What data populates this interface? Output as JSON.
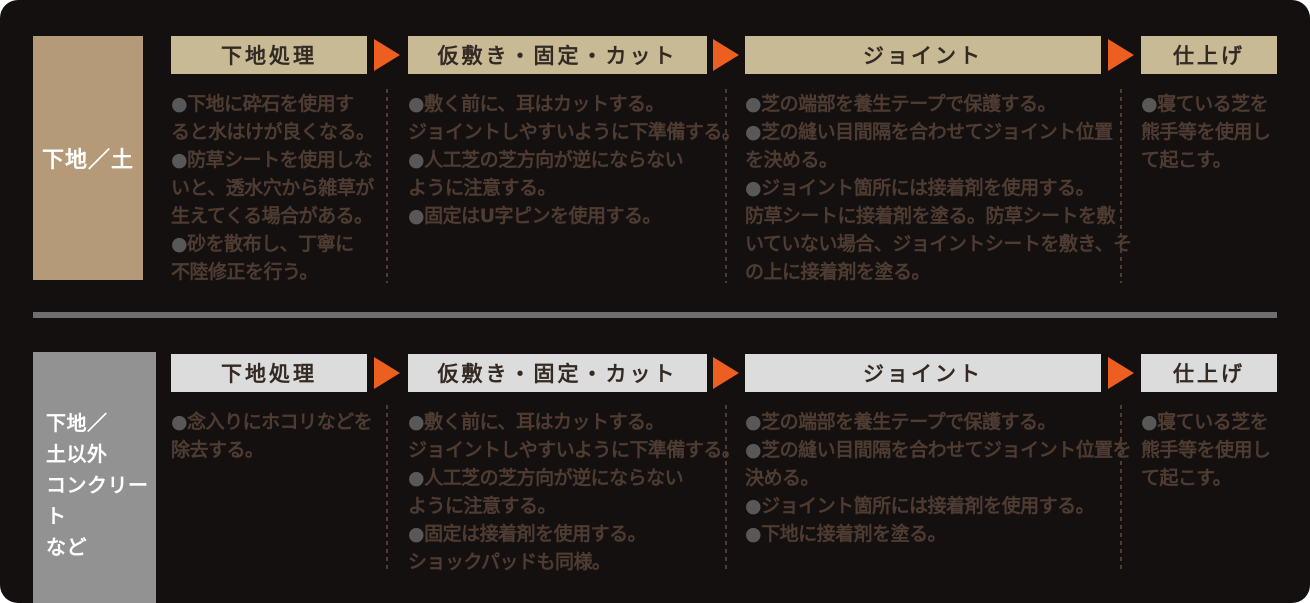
{
  "bullet_char": "●",
  "palette": {
    "background": "#151010",
    "row1_label_bg": "#b49a78",
    "row1_header_bg": "#c9ba96",
    "row2_label_bg": "#929292",
    "row2_header_bg": "#dcdcdc",
    "arrow_orange": "#ed5f20",
    "divider_gray": "#6f6f6f",
    "note_text_brown": "#4e3c32",
    "bullet_gray": "#595757",
    "header_text": "#332a24",
    "label_text": "#ffffff"
  },
  "rows": [
    {
      "id": "soil",
      "style": "tan",
      "label_lines": [
        "下地／土"
      ],
      "steps": [
        {
          "title": "下地処理",
          "lines": [
            {
              "b": 1,
              "t": "下地に砕石を使用す"
            },
            {
              "b": 0,
              "t": "ると水はけが良くなる。"
            },
            {
              "b": 1,
              "t": "防草シートを使用しな"
            },
            {
              "b": 0,
              "t": "いと、透水穴から雑草が"
            },
            {
              "b": 0,
              "t": "生えてくる場合がある。"
            },
            {
              "b": 1,
              "t": "砂を散布し、丁寧に"
            },
            {
              "b": 0,
              "t": "不陸修正を行う。"
            }
          ]
        },
        {
          "title": "仮敷き・固定・カット",
          "lines": [
            {
              "b": 1,
              "t": "敷く前に、耳はカットする。"
            },
            {
              "b": 0,
              "t": "ジョイントしやすいように下準備する。"
            },
            {
              "b": 1,
              "t": "人工芝の芝方向が逆にならない"
            },
            {
              "b": 0,
              "t": "ように注意する。"
            },
            {
              "b": 1,
              "t": "固定はU字ピンを使用する。"
            }
          ]
        },
        {
          "title": "ジョイント",
          "lines": [
            {
              "b": 1,
              "t": "芝の端部を養生テープで保護する。"
            },
            {
              "b": 1,
              "t": "芝の縫い目間隔を合わせてジョイント位置"
            },
            {
              "b": 0,
              "t": "を決める。"
            },
            {
              "b": 1,
              "t": "ジョイント箇所には接着剤を使用する。"
            },
            {
              "b": 0,
              "t": "防草シートに接着剤を塗る。防草シートを敷"
            },
            {
              "b": 0,
              "t": "いていない場合、ジョイントシートを敷き、そ"
            },
            {
              "b": 0,
              "t": "の上に接着剤を塗る。"
            }
          ]
        },
        {
          "title": "仕上げ",
          "lines": [
            {
              "b": 1,
              "t": "寝ている芝を"
            },
            {
              "b": 0,
              "t": "熊手等を使用し"
            },
            {
              "b": 0,
              "t": "て起こす。"
            }
          ]
        }
      ]
    },
    {
      "id": "non-soil",
      "style": "gray",
      "label_lines": [
        "下地／",
        "土以外",
        "コンクリート",
        "など"
      ],
      "steps": [
        {
          "title": "下地処理",
          "lines": [
            {
              "b": 1,
              "t": "念入りにホコリなどを"
            },
            {
              "b": 0,
              "t": "除去する。"
            }
          ]
        },
        {
          "title": "仮敷き・固定・カット",
          "lines": [
            {
              "b": 1,
              "t": "敷く前に、耳はカットする。"
            },
            {
              "b": 0,
              "t": "ジョイントしやすいように下準備する。"
            },
            {
              "b": 1,
              "t": "人工芝の芝方向が逆にならない"
            },
            {
              "b": 0,
              "t": "ように注意する。"
            },
            {
              "b": 1,
              "t": "固定は接着剤を使用する。"
            },
            {
              "b": 0,
              "t": "ショックパッドも同様。"
            }
          ]
        },
        {
          "title": "ジョイント",
          "lines": [
            {
              "b": 1,
              "t": "芝の端部を養生テープで保護する。"
            },
            {
              "b": 1,
              "t": "芝の縫い目間隔を合わせてジョイント位置を"
            },
            {
              "b": 0,
              "t": "決める。"
            },
            {
              "b": 1,
              "t": "ジョイント箇所には接着剤を使用する。"
            },
            {
              "b": 1,
              "t": "下地に接着剤を塗る。"
            }
          ]
        },
        {
          "title": "仕上げ",
          "lines": [
            {
              "b": 1,
              "t": "寝ている芝を"
            },
            {
              "b": 0,
              "t": "熊手等を使用し"
            },
            {
              "b": 0,
              "t": "て起こす。"
            }
          ]
        }
      ]
    }
  ]
}
